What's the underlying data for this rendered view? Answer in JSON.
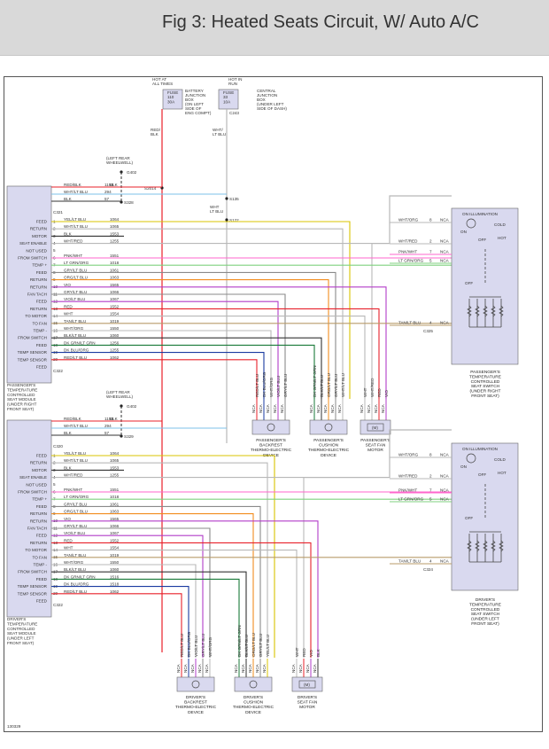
{
  "title": "Fig 3: Heated Seats Circuit, W/ Auto A/C",
  "image_code": "130329",
  "fuses": {
    "hot_at_all_times": [
      "HOT AT",
      "ALL TIMES"
    ],
    "hot_in_run": [
      "HOT IN",
      "RUN"
    ],
    "fuse1": [
      "FUSE",
      "110",
      "30A"
    ],
    "fuse2": [
      "FUSE",
      "33",
      "10A"
    ],
    "bjb": [
      "BATTERY",
      "JUNCTION",
      "BOX",
      "(ON LEFT",
      "SIDE OF",
      "ENG COMPT)"
    ],
    "cjb": [
      "CENTRAL",
      "JUNCTION",
      "BOX",
      "(UNDER LEFT",
      "SIDE OF DASH)"
    ],
    "c243": "C243",
    "red_blk": [
      "RED/",
      "BLK"
    ],
    "wht_ltblu": [
      "WHT/",
      "LT BLU"
    ]
  },
  "grounds": {
    "left_rear_wheelwell": [
      "(LEFT REAR",
      "WHEELWELL)"
    ],
    "g402": "G402",
    "blk": "BLK"
  },
  "splices": {
    "s2014": "S2014",
    "s328": "S328",
    "s329": "S329",
    "s135": "S135",
    "s122": "S122",
    "wht_ltblu": [
      "WHT",
      "LT BLU"
    ]
  },
  "passenger": {
    "top_wires": [
      {
        "label": "RED/BLK",
        "num": "1153"
      },
      {
        "label": "WHT/LT BLU",
        "num": "294"
      },
      {
        "label": "BLK",
        "num": "57"
      }
    ],
    "c321": "C321",
    "c322": "C322",
    "pin_labels": [
      "FEED",
      "RETURN",
      "MOTOR",
      "SEAT ENABLE",
      "NOT USED",
      "FROM SWITCH",
      "TEMP +",
      "FEED",
      "RETURN",
      "RETURN",
      "FAN TACH",
      "FEED",
      "RETURN",
      "TO MOTOR",
      "TO FAN",
      "TEMP -",
      "FROM SWITCH",
      "FEED",
      "TEMP SENSOR",
      "TEMP SENSOR",
      "FEED"
    ],
    "wires": [
      {
        "pin": "1",
        "label": "YEL/LT BLU",
        "num": "1064"
      },
      {
        "pin": "2",
        "label": "WHT/LT BLU",
        "num": "1065"
      },
      {
        "pin": "3",
        "label": "BLK",
        "num": "1553"
      },
      {
        "pin": "4",
        "label": "WHT/RED",
        "num": "1255"
      },
      {
        "pin": "5",
        "label": "",
        "num": ""
      },
      {
        "pin": "6",
        "label": "PNK/WHT",
        "num": "1551"
      },
      {
        "pin": "7",
        "label": "LT GRN/ORG",
        "num": "1018"
      },
      {
        "pin": "8",
        "label": "GRY/LT BLU",
        "num": "1061"
      },
      {
        "pin": "9",
        "label": "ORG/LT BLU",
        "num": "1063"
      },
      {
        "pin": "10",
        "label": "VIO",
        "num": "1565"
      },
      {
        "pin": "11",
        "label": "GRY/LT BLU",
        "num": "1066"
      },
      {
        "pin": "12",
        "label": "VIO/LT BLU",
        "num": "1067"
      },
      {
        "pin": "13",
        "label": "RED",
        "num": "1552"
      },
      {
        "pin": "14",
        "label": "WHT",
        "num": "1554"
      },
      {
        "pin": "15",
        "label": "TAN/LT BLU",
        "num": "1019"
      },
      {
        "pin": "16",
        "label": "WHT/ORG",
        "num": "1550"
      },
      {
        "pin": "17",
        "label": "BLK/LT BLU",
        "num": "1060"
      },
      {
        "pin": "18",
        "label": "DK GRN/LT GRN",
        "num": "1256"
      },
      {
        "pin": "19",
        "label": "DK BLU/ORG",
        "num": "1255"
      },
      {
        "pin": "20",
        "label": "RED/LT BLU",
        "num": "1062"
      }
    ],
    "module_label": [
      "PASSENGER'S",
      "TEMPERATURE",
      "CONTROLLED",
      "SEAT MODULE",
      "(UNDER RIGHT",
      "FRONT SEAT)"
    ],
    "switch_wires": [
      {
        "label": "WHT/ORG",
        "pin": "8"
      },
      {
        "label": "WHT/RED",
        "pin": "2"
      },
      {
        "label": "PNK/WHT",
        "pin": "7"
      },
      {
        "label": "LT GRN/ORG",
        "pin": "5"
      },
      {
        "label": "TAN/LT BLU",
        "pin": "4"
      }
    ],
    "switch_connector": "C325",
    "switch_label": [
      "PASSENGER'S",
      "TEMPERATURE",
      "CONTROLLED",
      "SEAT SWITCH",
      "(UNDER RIGHT",
      "FRONT SEAT)"
    ],
    "backrest_wires": [
      "RED/LT BLU",
      "DK BLU/ORG",
      "WHT/ORG",
      "VIO/LT BLU",
      "GRY/LT BLU"
    ],
    "cushion_wires": [
      "DK GRN/LT GRN",
      "BLK/LT BLU",
      "ORG/LT BLU",
      "GRY/LT BLU",
      "WHT/LT BLU"
    ],
    "fan_wires": [
      "WHT",
      "WHT/RED",
      "RED",
      "VIO"
    ],
    "backrest_label": [
      "PASSENGER'S",
      "BACKREST",
      "THERMO-ELECTRIC",
      "DEVICE"
    ],
    "cushion_label": [
      "PASSENGER'S",
      "CUSHION",
      "THERMO-ELECTRIC",
      "DEVICE"
    ],
    "fan_label": [
      "PASSENGER'S",
      "SEAT FAN",
      "MOTOR"
    ]
  },
  "driver": {
    "top_wires": [
      {
        "label": "RED/BLK",
        "num": "1153"
      },
      {
        "label": "WHT/LT BLU",
        "num": "294"
      },
      {
        "label": "BLK",
        "num": "57"
      }
    ],
    "c320": "C320",
    "c322": "C322",
    "pin_labels": [
      "FEED",
      "RETURN",
      "MOTOR",
      "SEAT ENABLE",
      "NOT USED",
      "FROM SWITCH",
      "TEMP +",
      "FEED",
      "RETURN",
      "RETURN",
      "FAN TACH",
      "FEED",
      "RETURN",
      "TO MOTOR",
      "TO FAN",
      "TEMP -",
      "FROM SWITCH",
      "FEED",
      "TEMP SENSOR",
      "TEMP SENSOR",
      "FEED"
    ],
    "wires": [
      {
        "pin": "1",
        "label": "YEL/LT BLU",
        "num": "1064"
      },
      {
        "pin": "2",
        "label": "WHT/LT BLU",
        "num": "1065"
      },
      {
        "pin": "3",
        "label": "BLK",
        "num": "1553"
      },
      {
        "pin": "4",
        "label": "WHT/RED",
        "num": "1255"
      },
      {
        "pin": "5",
        "label": "",
        "num": ""
      },
      {
        "pin": "6",
        "label": "PNK/WHT",
        "num": "1551"
      },
      {
        "pin": "7",
        "label": "LT GRN/ORG",
        "num": "1018"
      },
      {
        "pin": "8",
        "label": "GRY/LT BLU",
        "num": "1061"
      },
      {
        "pin": "9",
        "label": "ORG/LT BLU",
        "num": "1063"
      },
      {
        "pin": "10",
        "label": "VIO",
        "num": "1565"
      },
      {
        "pin": "11",
        "label": "GRY/LT BLU",
        "num": "1066"
      },
      {
        "pin": "12",
        "label": "VIO/LT BLU",
        "num": "1067"
      },
      {
        "pin": "13",
        "label": "RED",
        "num": "1552"
      },
      {
        "pin": "14",
        "label": "WHT",
        "num": "1554"
      },
      {
        "pin": "15",
        "label": "TAN/LT BLU",
        "num": "1019"
      },
      {
        "pin": "16",
        "label": "WHT/ORG",
        "num": "1550"
      },
      {
        "pin": "17",
        "label": "BLK/LT BLU",
        "num": "1060"
      },
      {
        "pin": "18",
        "label": "DK GRN/LT GRN",
        "num": "1516"
      },
      {
        "pin": "19",
        "label": "DK BLU/ORG",
        "num": "1518"
      },
      {
        "pin": "20",
        "label": "RED/LT BLU",
        "num": "1062"
      }
    ],
    "module_label": [
      "DRIVER'S",
      "TEMPERATURE",
      "CONTROLLED",
      "SEAT MODULE",
      "(UNDER LEFT",
      "FRONT SEAT)"
    ],
    "switch_wires": [
      {
        "label": "WHT/ORG",
        "pin": "8"
      },
      {
        "label": "WHT/RED",
        "pin": "2"
      },
      {
        "label": "PNK/WHT",
        "pin": "7"
      },
      {
        "label": "LT GRN/ORG",
        "pin": "5"
      },
      {
        "label": "TAN/LT BLU",
        "pin": "4"
      }
    ],
    "switch_connector": "C324",
    "switch_label": [
      "DRIVER'S",
      "TEMPERATURE",
      "CONTROLLED",
      "SEAT SWITCH",
      "(UNDER LEFT",
      "FRONT SEAT)"
    ],
    "backrest_wires": [
      "RED/LT BLU",
      "DK BLU/ORG",
      "VIO/LT BLU",
      "GRY/LT BLU",
      "WHT/ORG"
    ],
    "cushion_wires": [
      "DK GRN/LT GRN",
      "BLK/LT BLU",
      "ORG/LT BLU",
      "GRY/LT BLU",
      "YEL/LT BLU"
    ],
    "fan_wires": [
      "WHT",
      "RED",
      "VIO",
      "BLK"
    ],
    "backrest_label": [
      "DRIVER'S",
      "BACKREST",
      "THERMO-ELECTRIC",
      "DEVICE"
    ],
    "cushion_label": [
      "DRIVER'S",
      "CUSHION",
      "THERMO-ELECTRIC",
      "DEVICE"
    ],
    "fan_label": [
      "DRIVER'S",
      "SEAT FAN",
      "MOTOR"
    ]
  },
  "switch_text": {
    "on_illumination": "ON ILLUMINATION",
    "cold": "COLD",
    "hot": "HOT",
    "on": "ON",
    "off": "OFF",
    "nca": "NCA"
  },
  "colors": {
    "RED": "#e8202a",
    "WHT": "#b8b8b8",
    "BLK": "#333333",
    "YEL": "#d8c400",
    "GRN": "#3aa63a",
    "BLU": "#3b78d8",
    "LTBLU": "#7cc0e8",
    "PNK": "#ff66cc",
    "ORG": "#f28c1e",
    "VIO": "#b23cc8",
    "GRY": "#8a8a8a",
    "TAN": "#b89b6a",
    "DKGRN": "#1a7a3a",
    "DKBLU": "#1a3aa0",
    "BOX": "#d9d9ef"
  }
}
